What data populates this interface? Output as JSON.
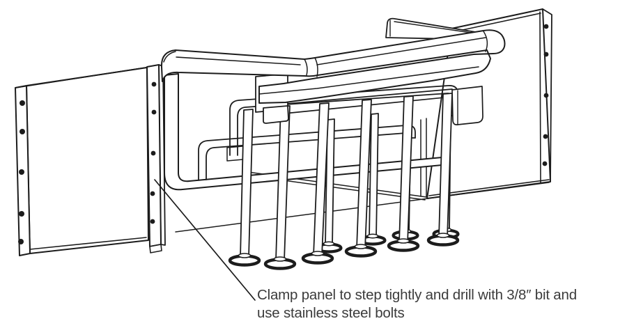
{
  "figure": {
    "type": "technical line drawing",
    "background_color": "#ffffff",
    "line_color": "#1c1c1c",
    "annotation_color": "#3b3b3b"
  },
  "annotation": {
    "line1": "Clamp panel to step tightly and drill with 3/8″ bit and",
    "line2": "use stainless steel bolts"
  }
}
